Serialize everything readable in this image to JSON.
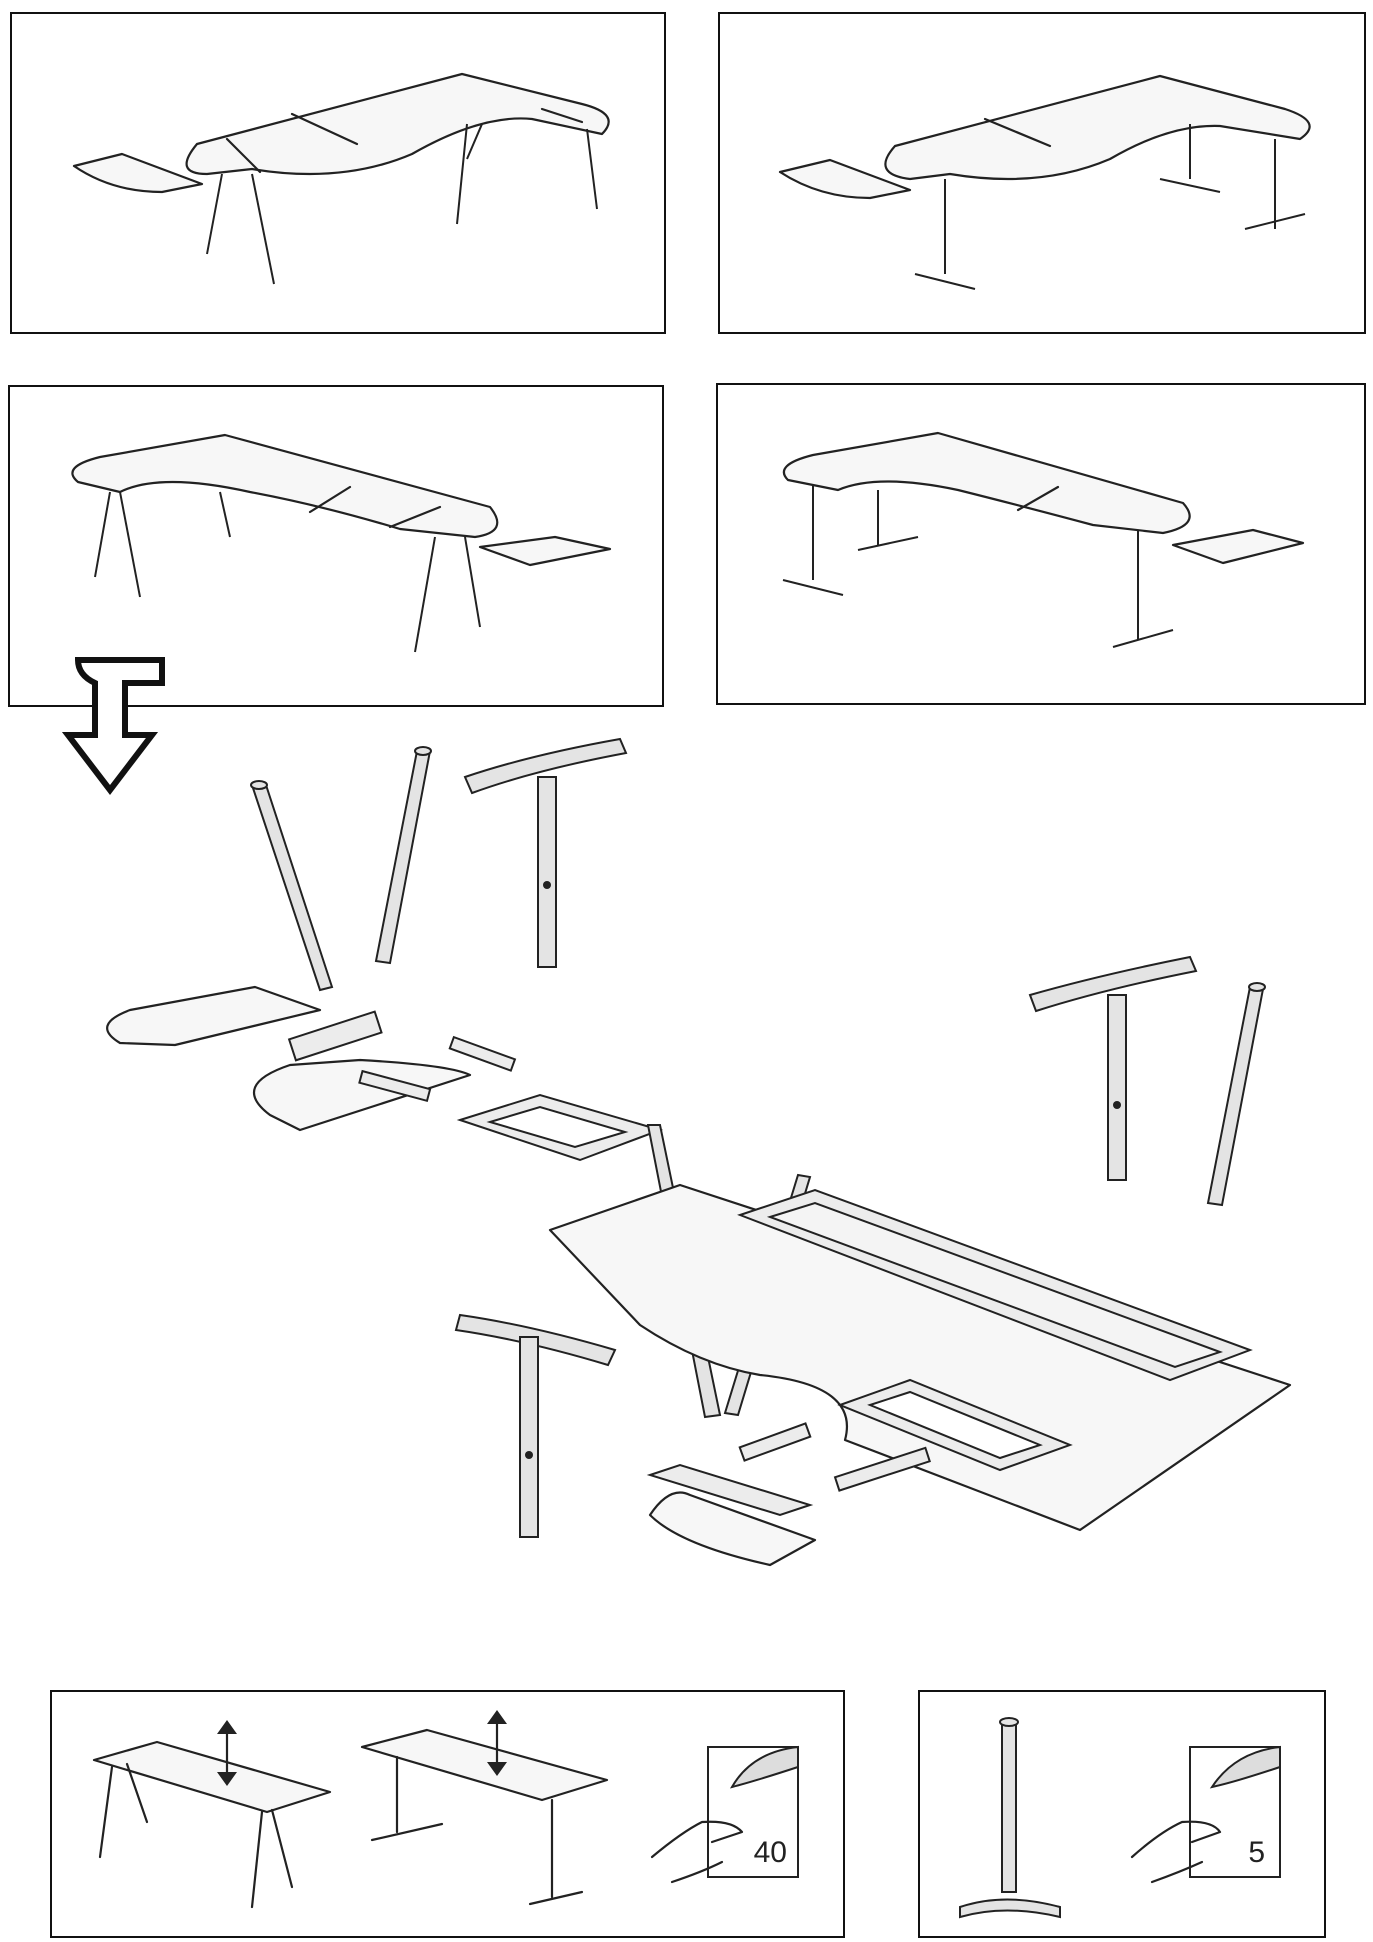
{
  "page": {
    "title": "",
    "background": "#ffffff",
    "line_color": "#222222"
  },
  "variants": [
    {
      "id": "a",
      "top_shape": "corner-right",
      "legs": "a-leg",
      "extension": "left"
    },
    {
      "id": "b",
      "top_shape": "corner-right",
      "legs": "t-leg",
      "extension": "left"
    },
    {
      "id": "c",
      "top_shape": "corner-left",
      "legs": "a-leg",
      "extension": "right"
    },
    {
      "id": "d",
      "top_shape": "corner-left",
      "legs": "t-leg",
      "extension": "right"
    }
  ],
  "arrow_icon": "down-arrow-icon",
  "reference_left": {
    "icons": [
      "height-adjust-arrow-icon",
      "height-adjust-arrow-icon",
      "page-turn-hand-icon"
    ],
    "page_number": "40"
  },
  "reference_right": {
    "icons": [
      "t-leg-icon",
      "page-turn-hand-icon"
    ],
    "page_number": "5"
  }
}
